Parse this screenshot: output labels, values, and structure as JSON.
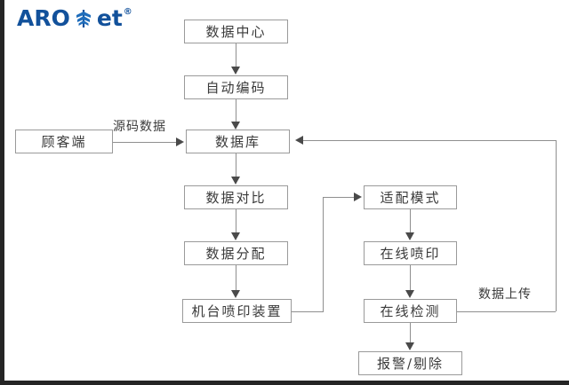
{
  "brand": {
    "text_left": "ARO",
    "text_right": "et",
    "registered": "®",
    "icon": "wheat-leaf-icon",
    "color": "#12519b"
  },
  "diagram": {
    "type": "flowchart",
    "nodes": [
      {
        "id": "data-center",
        "label": "数据中心"
      },
      {
        "id": "auto-coding",
        "label": "自动编码"
      },
      {
        "id": "customer-end",
        "label": "顾客端"
      },
      {
        "id": "database",
        "label": "数据库"
      },
      {
        "id": "data-compare",
        "label": "数据对比"
      },
      {
        "id": "data-allocate",
        "label": "数据分配"
      },
      {
        "id": "machine-printer",
        "label": "机台喷印装置"
      },
      {
        "id": "adaptive-mode",
        "label": "适配模式"
      },
      {
        "id": "online-printing",
        "label": "在线喷印"
      },
      {
        "id": "online-inspection",
        "label": "在线检测"
      },
      {
        "id": "alarm-reject",
        "label": "报警/剔除"
      }
    ],
    "edge_labels": [
      {
        "id": "source-code-data",
        "label": "源码数据"
      },
      {
        "id": "data-upload",
        "label": "数据上传"
      }
    ],
    "colors": {
      "box_border": "#9a9a9a",
      "line": "#8f8f8f",
      "arrow": "#4a4a4a",
      "text": "#3a3a3a",
      "frame": "#252525",
      "background": "#ffffff"
    }
  }
}
